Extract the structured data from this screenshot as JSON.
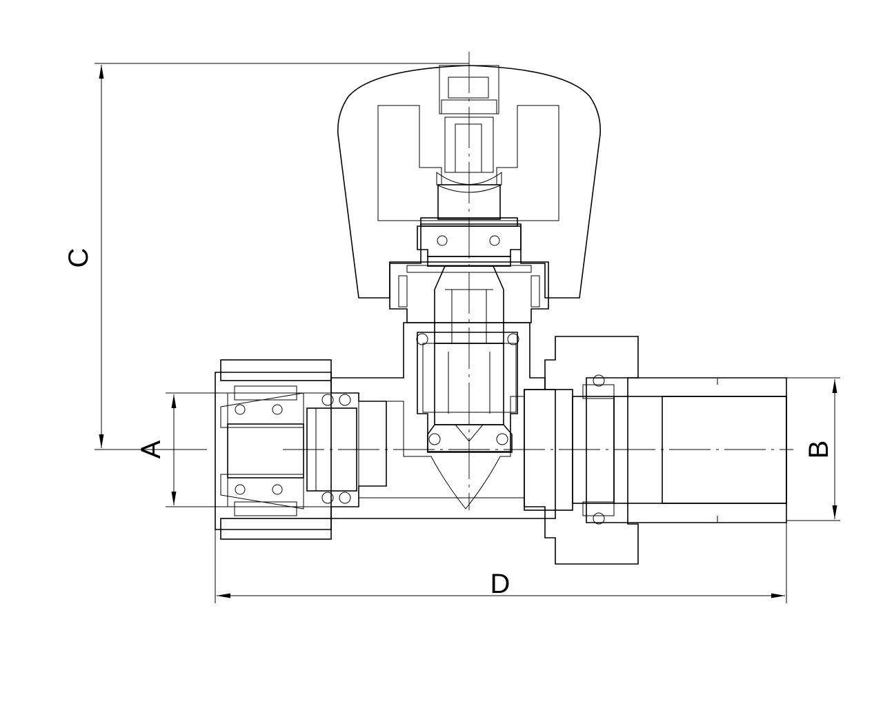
{
  "drawing": {
    "dimensions": {
      "A": "A",
      "B": "B",
      "C": "C",
      "D": "D"
    },
    "colors": {
      "ink": "#000000",
      "paper": "#ffffff"
    }
  }
}
